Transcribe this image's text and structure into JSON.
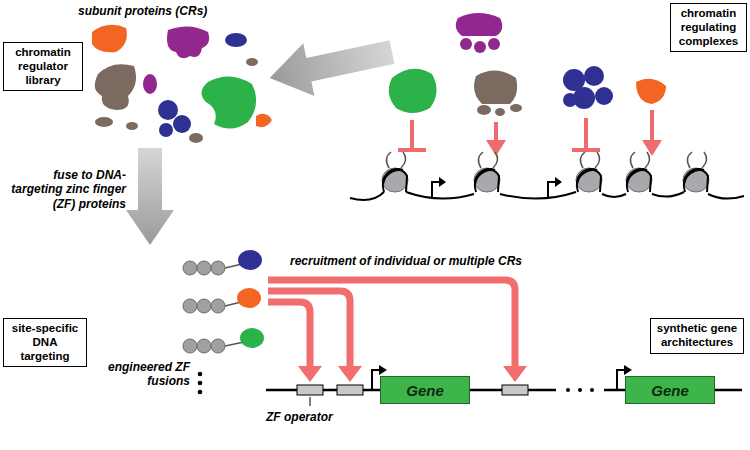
{
  "diagram": {
    "nodes": [
      {
        "text": [
          "chromatin regulator library"
        ]
      },
      {
        "text": [
          "chromatin regulating complexes"
        ]
      },
      {
        "text": [
          "site-specific DNA targeting"
        ]
      },
      {
        "text": [
          "synthetic gene architectures"
        ]
      },
      {
        "text": [
          "Gene"
        ]
      },
      {
        "text": [
          "Gene"
        ]
      }
    ],
    "labels": [
      "subunit proteins (CRs)",
      "fuse to DNA-targeting zinc finger (ZF) proteins",
      "recruitment of individual or multiple CRs",
      "engineered ZF fusions",
      "ZF operator"
    ]
  }
}
